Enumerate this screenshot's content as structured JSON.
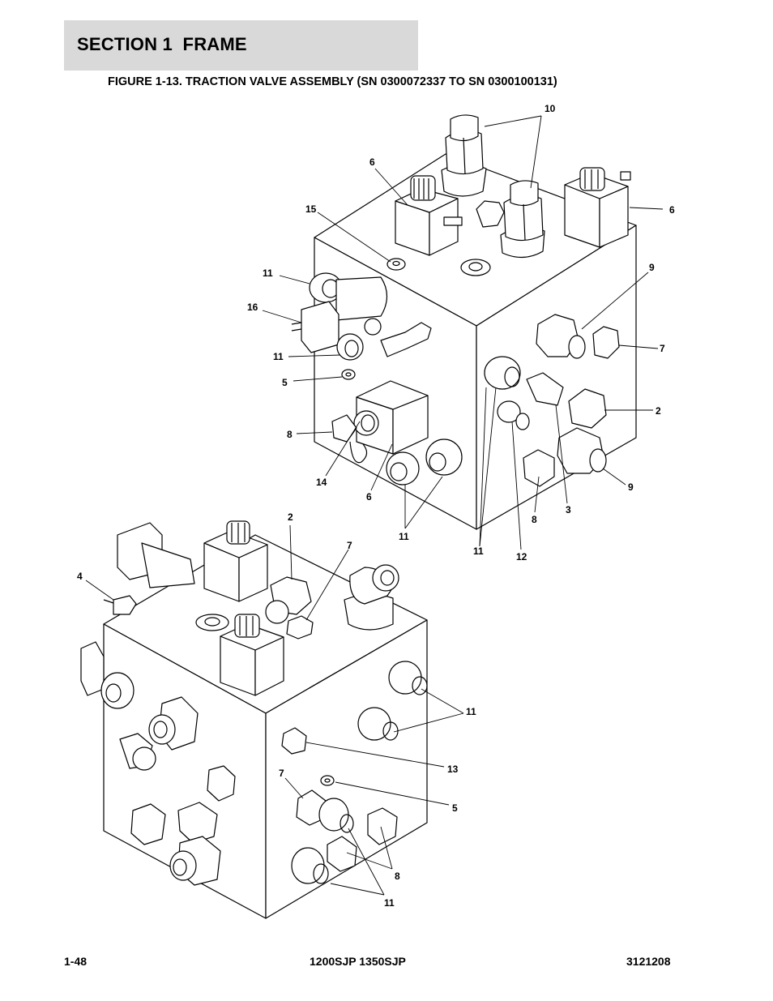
{
  "header": {
    "section": "SECTION 1  FRAME"
  },
  "figure": {
    "title": "FIGURE 1-13. TRACTION VALVE ASSEMBLY (SN 0300072337 TO SN 0300100131)"
  },
  "callouts": {
    "c10": "10",
    "c6a": "6",
    "c6b": "6",
    "c15": "15",
    "c11a": "11",
    "c16": "16",
    "c9a": "9",
    "c7a": "7",
    "c11b": "11",
    "c5a": "5",
    "c2a": "2",
    "c8a": "8",
    "c14": "14",
    "c6c": "6",
    "c9b": "9",
    "c8b": "8",
    "c3": "3",
    "c11c": "11",
    "c11d": "11",
    "c12": "12",
    "c2b": "2",
    "c7b": "7",
    "c4": "4",
    "c11e": "11",
    "c13": "13",
    "c7c": "7",
    "c5b": "5",
    "c8c": "8",
    "c11f": "11"
  },
  "footer": {
    "page": "1-48",
    "models": "1200SJP 1350SJP",
    "doc": "3121208"
  }
}
